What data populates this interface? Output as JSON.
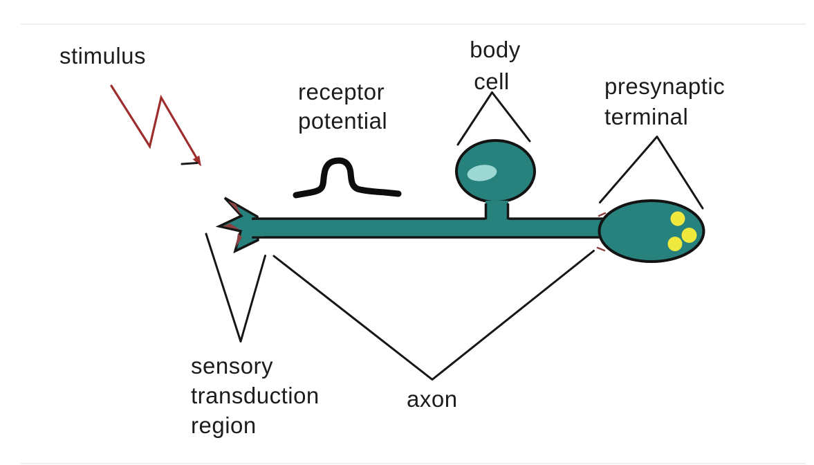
{
  "diagram": {
    "subject": "sensory neuron schematic",
    "labels": {
      "stimulus": "stimulus",
      "receptor_potential": {
        "line1": "receptor",
        "line2": "potential"
      },
      "body_cell": {
        "line1": "body",
        "line2": "cell"
      },
      "presynaptic_terminal": {
        "line1": "presynaptic",
        "line2": "terminal"
      },
      "sensory_transduction_region": {
        "line1": "sensory",
        "line2": "transduction",
        "line3": "region"
      },
      "axon": "axon"
    },
    "vesicle_count": 3,
    "colors": {
      "neuron_fill": "#27817c",
      "neuron_outline": "#161616",
      "cell_highlight": "#9dd8d4",
      "vesicle_yellow": "#efe93d",
      "stimulus_red": "#9e2d2d",
      "dendrite_accent": "#8a4342",
      "text": "#1c1c1c",
      "background": "#ffffff"
    }
  }
}
